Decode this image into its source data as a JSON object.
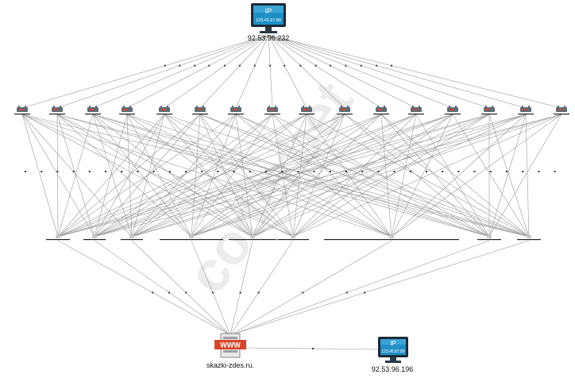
{
  "watermark": "coderbet",
  "nodes": {
    "top_monitor": {
      "screen_title": "IP",
      "screen_value": "123.45.67.89",
      "label": "92.53.96.232"
    },
    "site": {
      "badge": "WWW",
      "label": "skazki-zdes.ru."
    },
    "bottom_monitor": {
      "screen_title": "IP",
      "screen_value": "123.45.67.89",
      "label": "92.53.96.196"
    }
  },
  "colors": {
    "edge": "#9a9a9a",
    "monitor_bezel": "#1d2b36",
    "monitor_screen": "#1f8fc6",
    "www_red": "#d9452b",
    "watermark": "#ececec"
  },
  "icons": {
    "monitor": "monitor-icon",
    "router": "router-icon",
    "www": "www-server-icon"
  }
}
